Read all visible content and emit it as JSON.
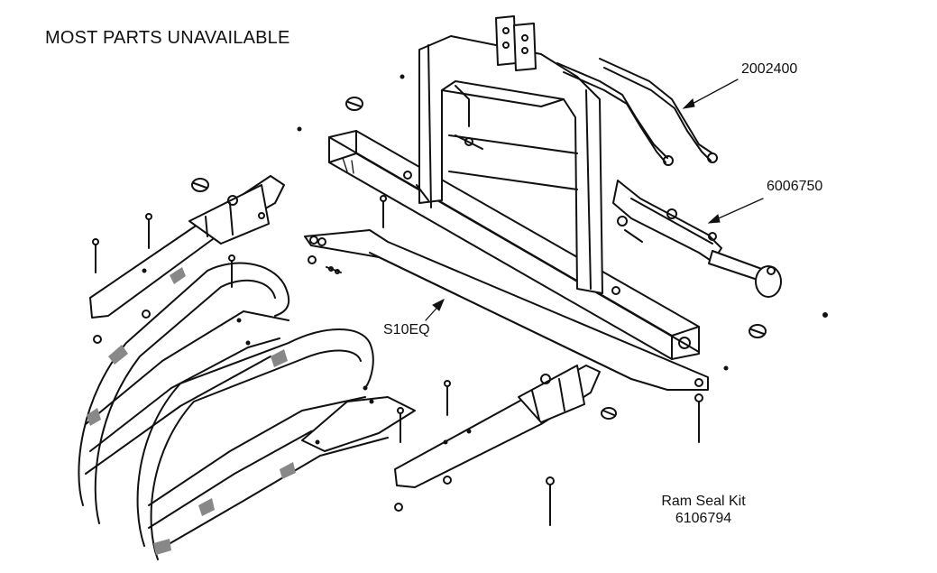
{
  "diagram": {
    "title": "MOST PARTS UNAVAILABLE",
    "callouts": {
      "hydraulic_pipes": "2002400",
      "ram": "6006750",
      "frame": "S10EQ"
    },
    "ram_seal_kit": {
      "name": "Ram Seal Kit",
      "part_number": "6106794"
    },
    "colors": {
      "line": "#111111",
      "background": "#ffffff"
    }
  }
}
